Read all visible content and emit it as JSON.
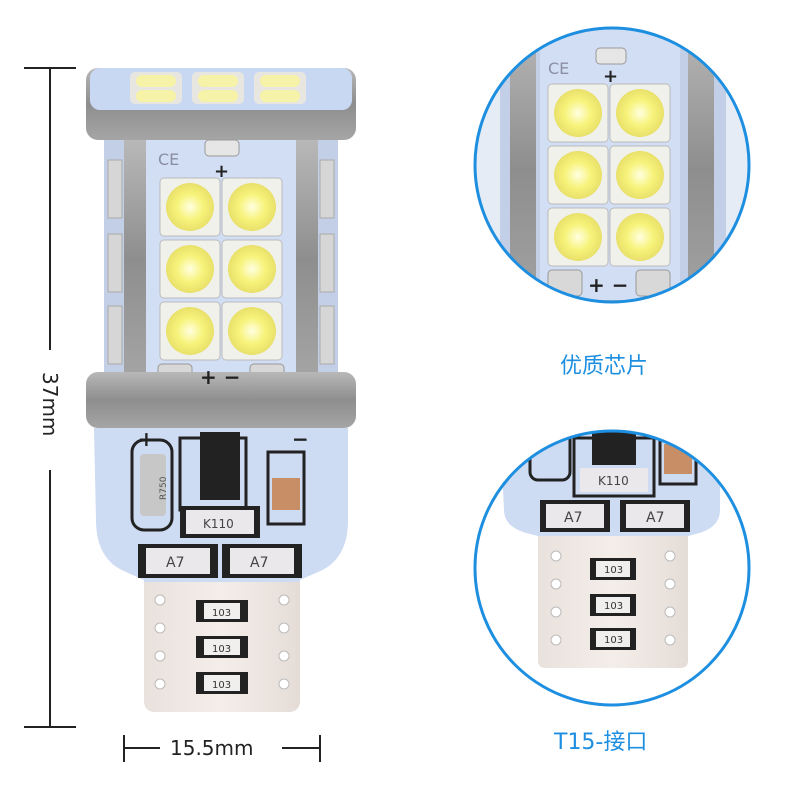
{
  "dimensions": {
    "height_label": "37mm",
    "width_label": "15.5mm"
  },
  "main_bulb": {
    "ce_mark": "CE",
    "plus_top": "+",
    "plus_minus_bottom": "+ −",
    "board_plus": "+",
    "board_minus": "−",
    "resistor_code": "R750",
    "chip_k110": "K110",
    "chip_a7_left": "A7",
    "chip_a7_right": "A7",
    "resistors": [
      "103",
      "103",
      "103"
    ]
  },
  "zoom_chips": {
    "caption": "优质芯片",
    "ce_mark": "CE",
    "plus_top": "+",
    "plus_minus_bottom": "+ −"
  },
  "zoom_base": {
    "caption": "T15-接口",
    "chip_k110": "K110",
    "chip_a7_left": "A7",
    "chip_a7_right": "A7",
    "resistors": [
      "103",
      "103",
      "103"
    ]
  },
  "colors": {
    "accent_blue": "#1e8fe0",
    "board_blue": "#c9d8f2",
    "led_yellow": "#f7f08a",
    "led_white": "#ffffff",
    "metal_gray": "#9a9a9a"
  }
}
